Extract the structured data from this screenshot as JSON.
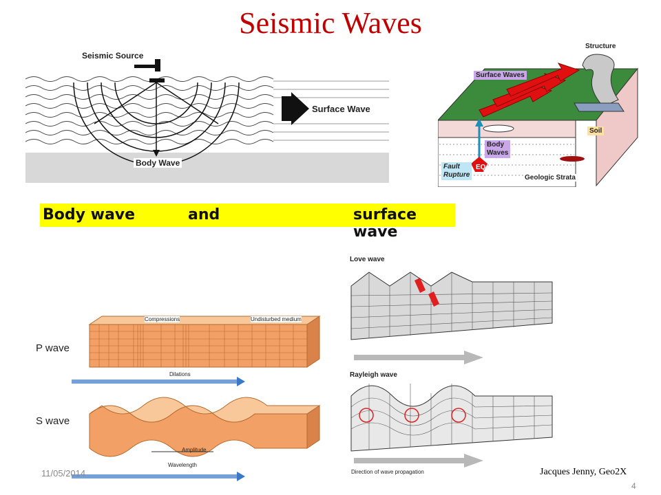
{
  "slide": {
    "title": "Seismic Waves",
    "date": "11/05/2014",
    "author": "Jacques Jenny, Geo2X",
    "page_number": "4"
  },
  "banner": {
    "body_wave": "Body wave",
    "and": "and",
    "surface_wave": "surface wave"
  },
  "diagram_left": {
    "seismic_source": "Seismic Source",
    "surface_wave": "Surface Wave",
    "body_wave": "Body Wave"
  },
  "diagram_right": {
    "structure": "Structure",
    "surface_waves": "Surface Waves",
    "soil": "Soil",
    "body_waves_line1": "Body",
    "body_waves_line2": "Waves",
    "fault_line1": "Fault",
    "fault_line2": "Rupture",
    "eq": "EQ",
    "geologic_strata": "Geologic Strata"
  },
  "p_s_figure": {
    "compressions": "Compressions",
    "undisturbed": "Undisturbed medium",
    "p_wave": "P wave",
    "dilations": "Dilations",
    "s_wave": "S wave",
    "amplitude": "Amplitude",
    "wavelength": "Wavelength"
  },
  "love_rayleigh_figure": {
    "love_wave": "Love wave",
    "rayleigh_wave": "Rayleigh wave",
    "direction": "Direction of wave propagation"
  },
  "colors": {
    "title": "#c00000",
    "banner": "#ffff00",
    "block_orange": "#f2a066",
    "arrow_blue": "#3a78c8",
    "grid_grey": "#d9d9d9"
  }
}
